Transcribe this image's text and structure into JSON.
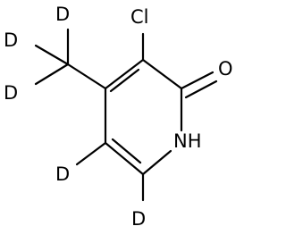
{
  "molecule": {
    "atom_labels": {
      "cl": "Cl",
      "o": "O",
      "nh": "NH",
      "d_methyl_top": "D",
      "d_methyl_left_upper": "D",
      "d_methyl_left_lower": "D",
      "d_c5": "D",
      "d_c6": "D"
    }
  }
}
